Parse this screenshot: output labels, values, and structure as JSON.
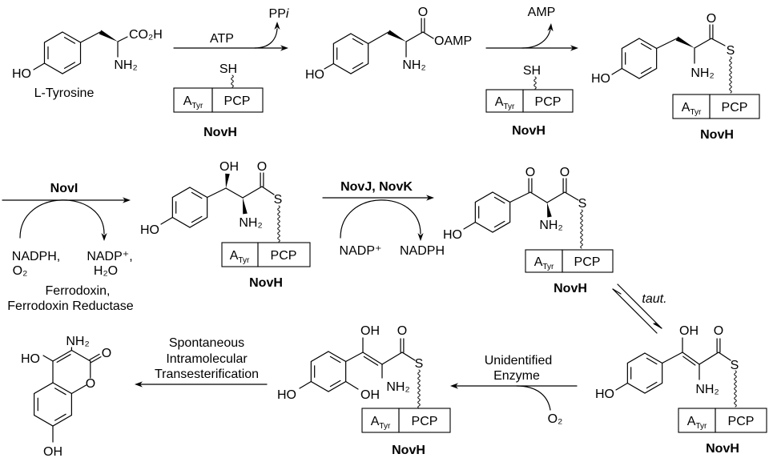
{
  "compounds": {
    "tyrosine": "L-Tyrosine"
  },
  "atoms": {
    "ho": "HO",
    "oh": "OH",
    "nh2": "NH₂",
    "co2h": "CO₂H",
    "o": "O",
    "s": "S",
    "oamp": "OAMP",
    "sh": "SH"
  },
  "domain": {
    "a": "A",
    "a_sub": "Tyr",
    "pcp": "PCP",
    "protein": "NovH"
  },
  "steps": {
    "step1": {
      "reagent": "ATP",
      "byproduct_main": "PP",
      "byproduct_italic": "i"
    },
    "step2": {
      "byproduct": "AMP"
    },
    "step3": {
      "enzyme": "NovI",
      "in_1": "NADPH,",
      "in_2": "O₂",
      "out_1": "NADP⁺,",
      "out_2": "H₂O",
      "helpers_1": "Ferrodoxin,",
      "helpers_2": "Ferrodoxin Reductase"
    },
    "step4": {
      "enzyme": "NovJ, NovK",
      "in": "NADP⁺",
      "out": "NADPH"
    },
    "step5": {
      "label": "taut."
    },
    "step6": {
      "enzyme_1": "Unidentified",
      "enzyme_2": "Enzyme",
      "cosubstrate": "O₂"
    },
    "step7": {
      "line_1": "Spontaneous",
      "line_2": "Intramolecular",
      "line_3": "Transesterification"
    }
  },
  "colors": {
    "ink": "#000000",
    "background": "#ffffff"
  }
}
